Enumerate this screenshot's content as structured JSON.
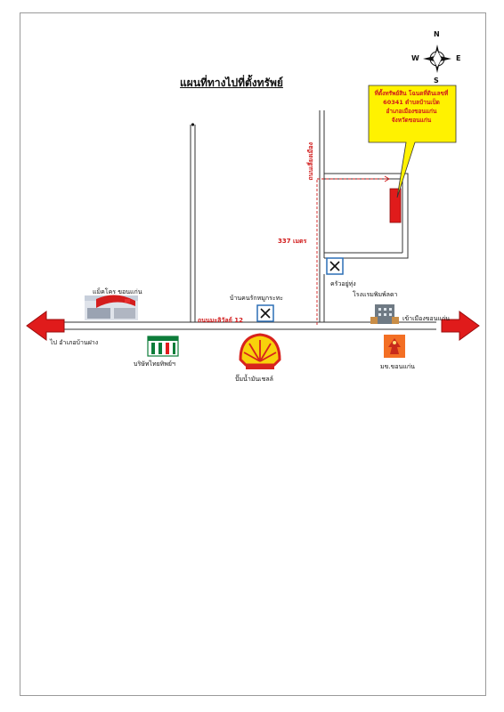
{
  "map": {
    "title": "แผนที่ทางไปที่ตั้งทรัพย์",
    "compass": {
      "n": "N",
      "s": "S",
      "e": "E",
      "w": "W"
    },
    "callout": {
      "line1": "ที่ตั้งทรัพย์สิน โฉนดที่ดินเลขที่",
      "line2": "60341 ตำบลบ้านเป็ด",
      "line3": "อำเภอเมืองขอนแก่น",
      "line4": "จังหวัดขอนแก่น"
    },
    "roads": {
      "side_road": "ถนนเลี่ยงเมือง",
      "main_road": "ถนนมะลิวัลย์ 12",
      "distance": "337 เมตร"
    },
    "places": {
      "makro": "แม็คโคร ขอนแก่น",
      "restaurant1": "บ้านคนรักหมูกระทะ",
      "restaurant2": "ครัวอยู่ทุ่ง",
      "hotel": "โรงแรมพิมพ์ลดา",
      "company": "บริษัทไทยทิพย์ฯ",
      "shell": "ปั๊มน้ำมันเชลล์",
      "university": "มข.ขอนแก่น"
    },
    "directions": {
      "left": "ไป อำเภอบ้านฝาง",
      "right": "เข้าเมืองขอนแก่น"
    }
  }
}
